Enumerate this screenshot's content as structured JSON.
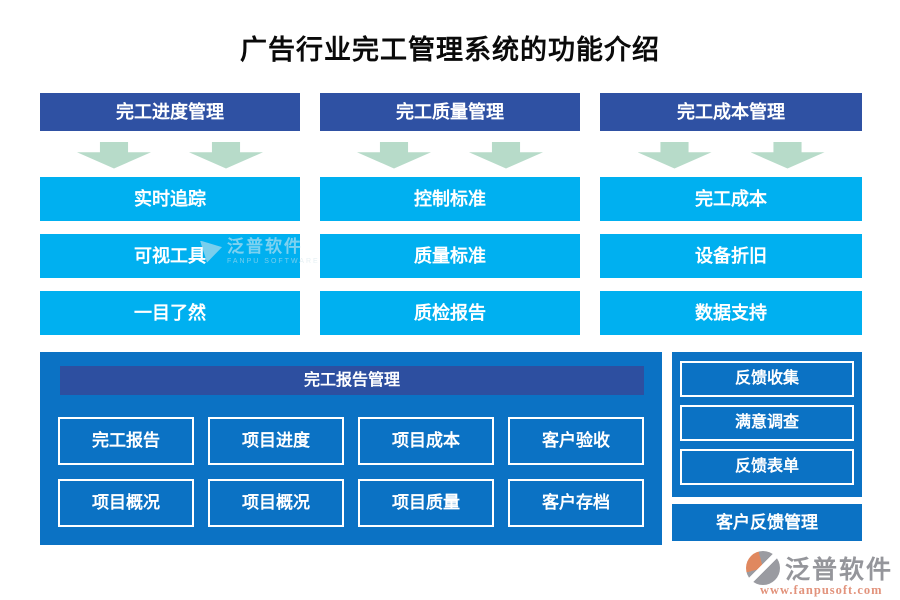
{
  "title": "广告行业完工管理系统的功能介绍",
  "columns": [
    {
      "header": "完工进度管理",
      "items": [
        "实时追踪",
        "可视工具",
        "一目了然"
      ]
    },
    {
      "header": "完工质量管理",
      "items": [
        "控制标准",
        "质量标准",
        "质检报告"
      ]
    },
    {
      "header": "完工成本管理",
      "items": [
        "完工成本",
        "设备折旧",
        "数据支持"
      ]
    }
  ],
  "report_panel": {
    "header": "完工报告管理",
    "rows": [
      [
        "完工报告",
        "项目进度",
        "项目成本",
        "客户验收"
      ],
      [
        "项目概况",
        "项目概况",
        "项目质量",
        "客户存档"
      ]
    ]
  },
  "feedback_panel": {
    "items": [
      "反馈收集",
      "满意调查",
      "反馈表单"
    ],
    "footer": "客户反馈管理"
  },
  "watermark": {
    "name": "泛普软件",
    "subtitle": "FANPU SOFTWARE"
  },
  "brand": {
    "name": "泛普软件",
    "url": "www.fanpusoft.com"
  },
  "colors": {
    "header_navy": "#2f51a3",
    "feature_cyan": "#00b0f0",
    "panel_blue": "#0b72c4",
    "inner_navy": "#2d4fa0",
    "arrow_mint": "#b7dbc9",
    "brand_grey": "#95969b",
    "brand_orange": "#e2937c"
  }
}
